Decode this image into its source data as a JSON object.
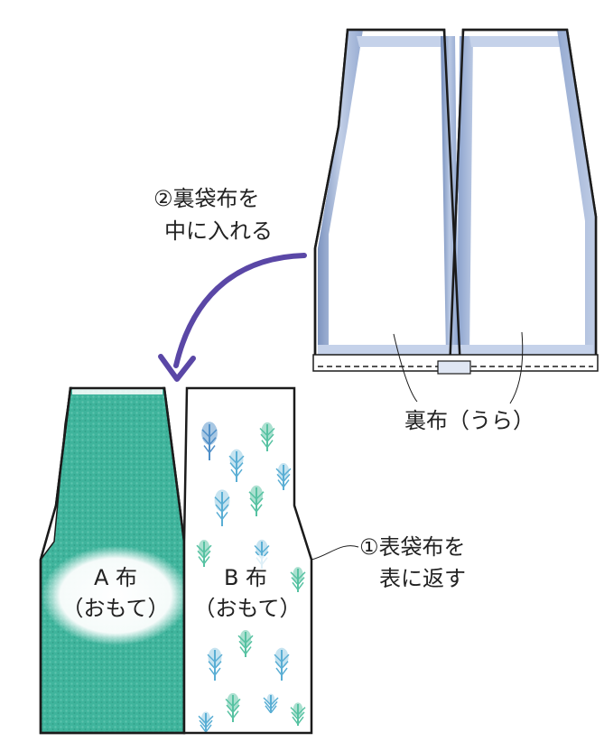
{
  "step2": {
    "line1": "②裏袋布を",
    "line2": "中に入れる"
  },
  "lining_label": "裏布（うら）",
  "step1": {
    "line1": "①表袋布を",
    "line2": "表に返す"
  },
  "fabric_a": {
    "name": "A 布",
    "side": "（おもて）"
  },
  "fabric_b": {
    "name": "B 布",
    "side": "（おもて）"
  },
  "colors": {
    "outline": "#1b1b1b",
    "lining_fill": "#9fb4d6",
    "lining_dark": "#6f89b9",
    "arrow": "#5a47a6",
    "fabric_a": "#3bb39a",
    "fabric_b_trees": "#5aaed4",
    "fabric_b_green": "#57c2a2"
  }
}
